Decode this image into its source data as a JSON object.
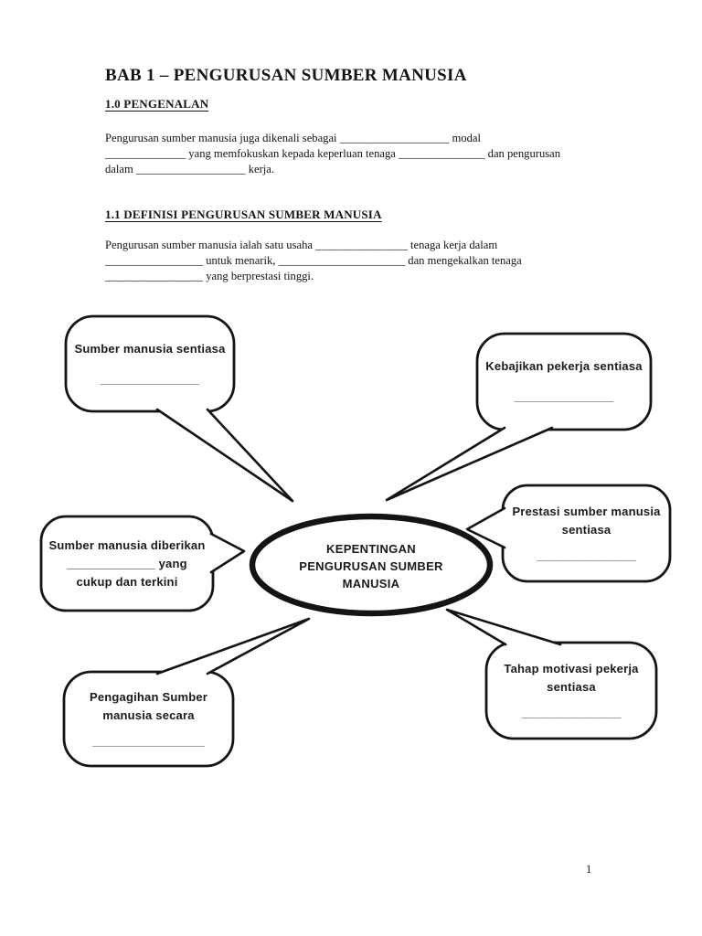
{
  "page": {
    "title": "BAB 1 – PENGURUSAN SUMBER MANUSIA",
    "page_number": "1"
  },
  "colors": {
    "ink": "#141414",
    "paper": "#ffffff"
  },
  "sections": [
    {
      "heading": "1.0 PENGENALAN",
      "lines": [
        "Pengurusan sumber manusia juga dikenali sebagai ___________________ modal",
        "______________ yang memfokuskan kepada keperluan tenaga _______________ dan pengurusan",
        "dalam ___________________ kerja."
      ]
    },
    {
      "heading": "1.1 DEFINISI PENGURUSAN SUMBER MANUSIA",
      "lines": [
        "Pengurusan sumber manusia ialah satu usaha ________________ tenaga kerja dalam",
        "_________________ untuk menarik, ______________________ dan mengekalkan tenaga",
        "_________________ yang berprestasi tinggi."
      ]
    }
  ],
  "diagram": {
    "center_lines": [
      "KEPENTINGAN",
      "PENGURUSAN SUMBER",
      "MANUSIA"
    ],
    "callouts": [
      {
        "name": "top-left",
        "lines": [
          "Sumber manusia sentiasa",
          "_______________"
        ]
      },
      {
        "name": "top-right",
        "lines": [
          "Kebajikan pekerja sentiasa",
          "_______________"
        ]
      },
      {
        "name": "mid-right",
        "lines": [
          "Prestasi sumber manusia",
          "sentiasa",
          "_______________"
        ]
      },
      {
        "name": "mid-left",
        "lines": [
          "Sumber manusia diberikan",
          "_____________ yang",
          "cukup dan terkini"
        ]
      },
      {
        "name": "bottom-left",
        "lines": [
          "Pengagihan Sumber",
          "manusia secara",
          "_________________"
        ]
      },
      {
        "name": "bottom-right",
        "lines": [
          "Tahap motivasi pekerja",
          "sentiasa",
          "_______________"
        ]
      }
    ]
  }
}
